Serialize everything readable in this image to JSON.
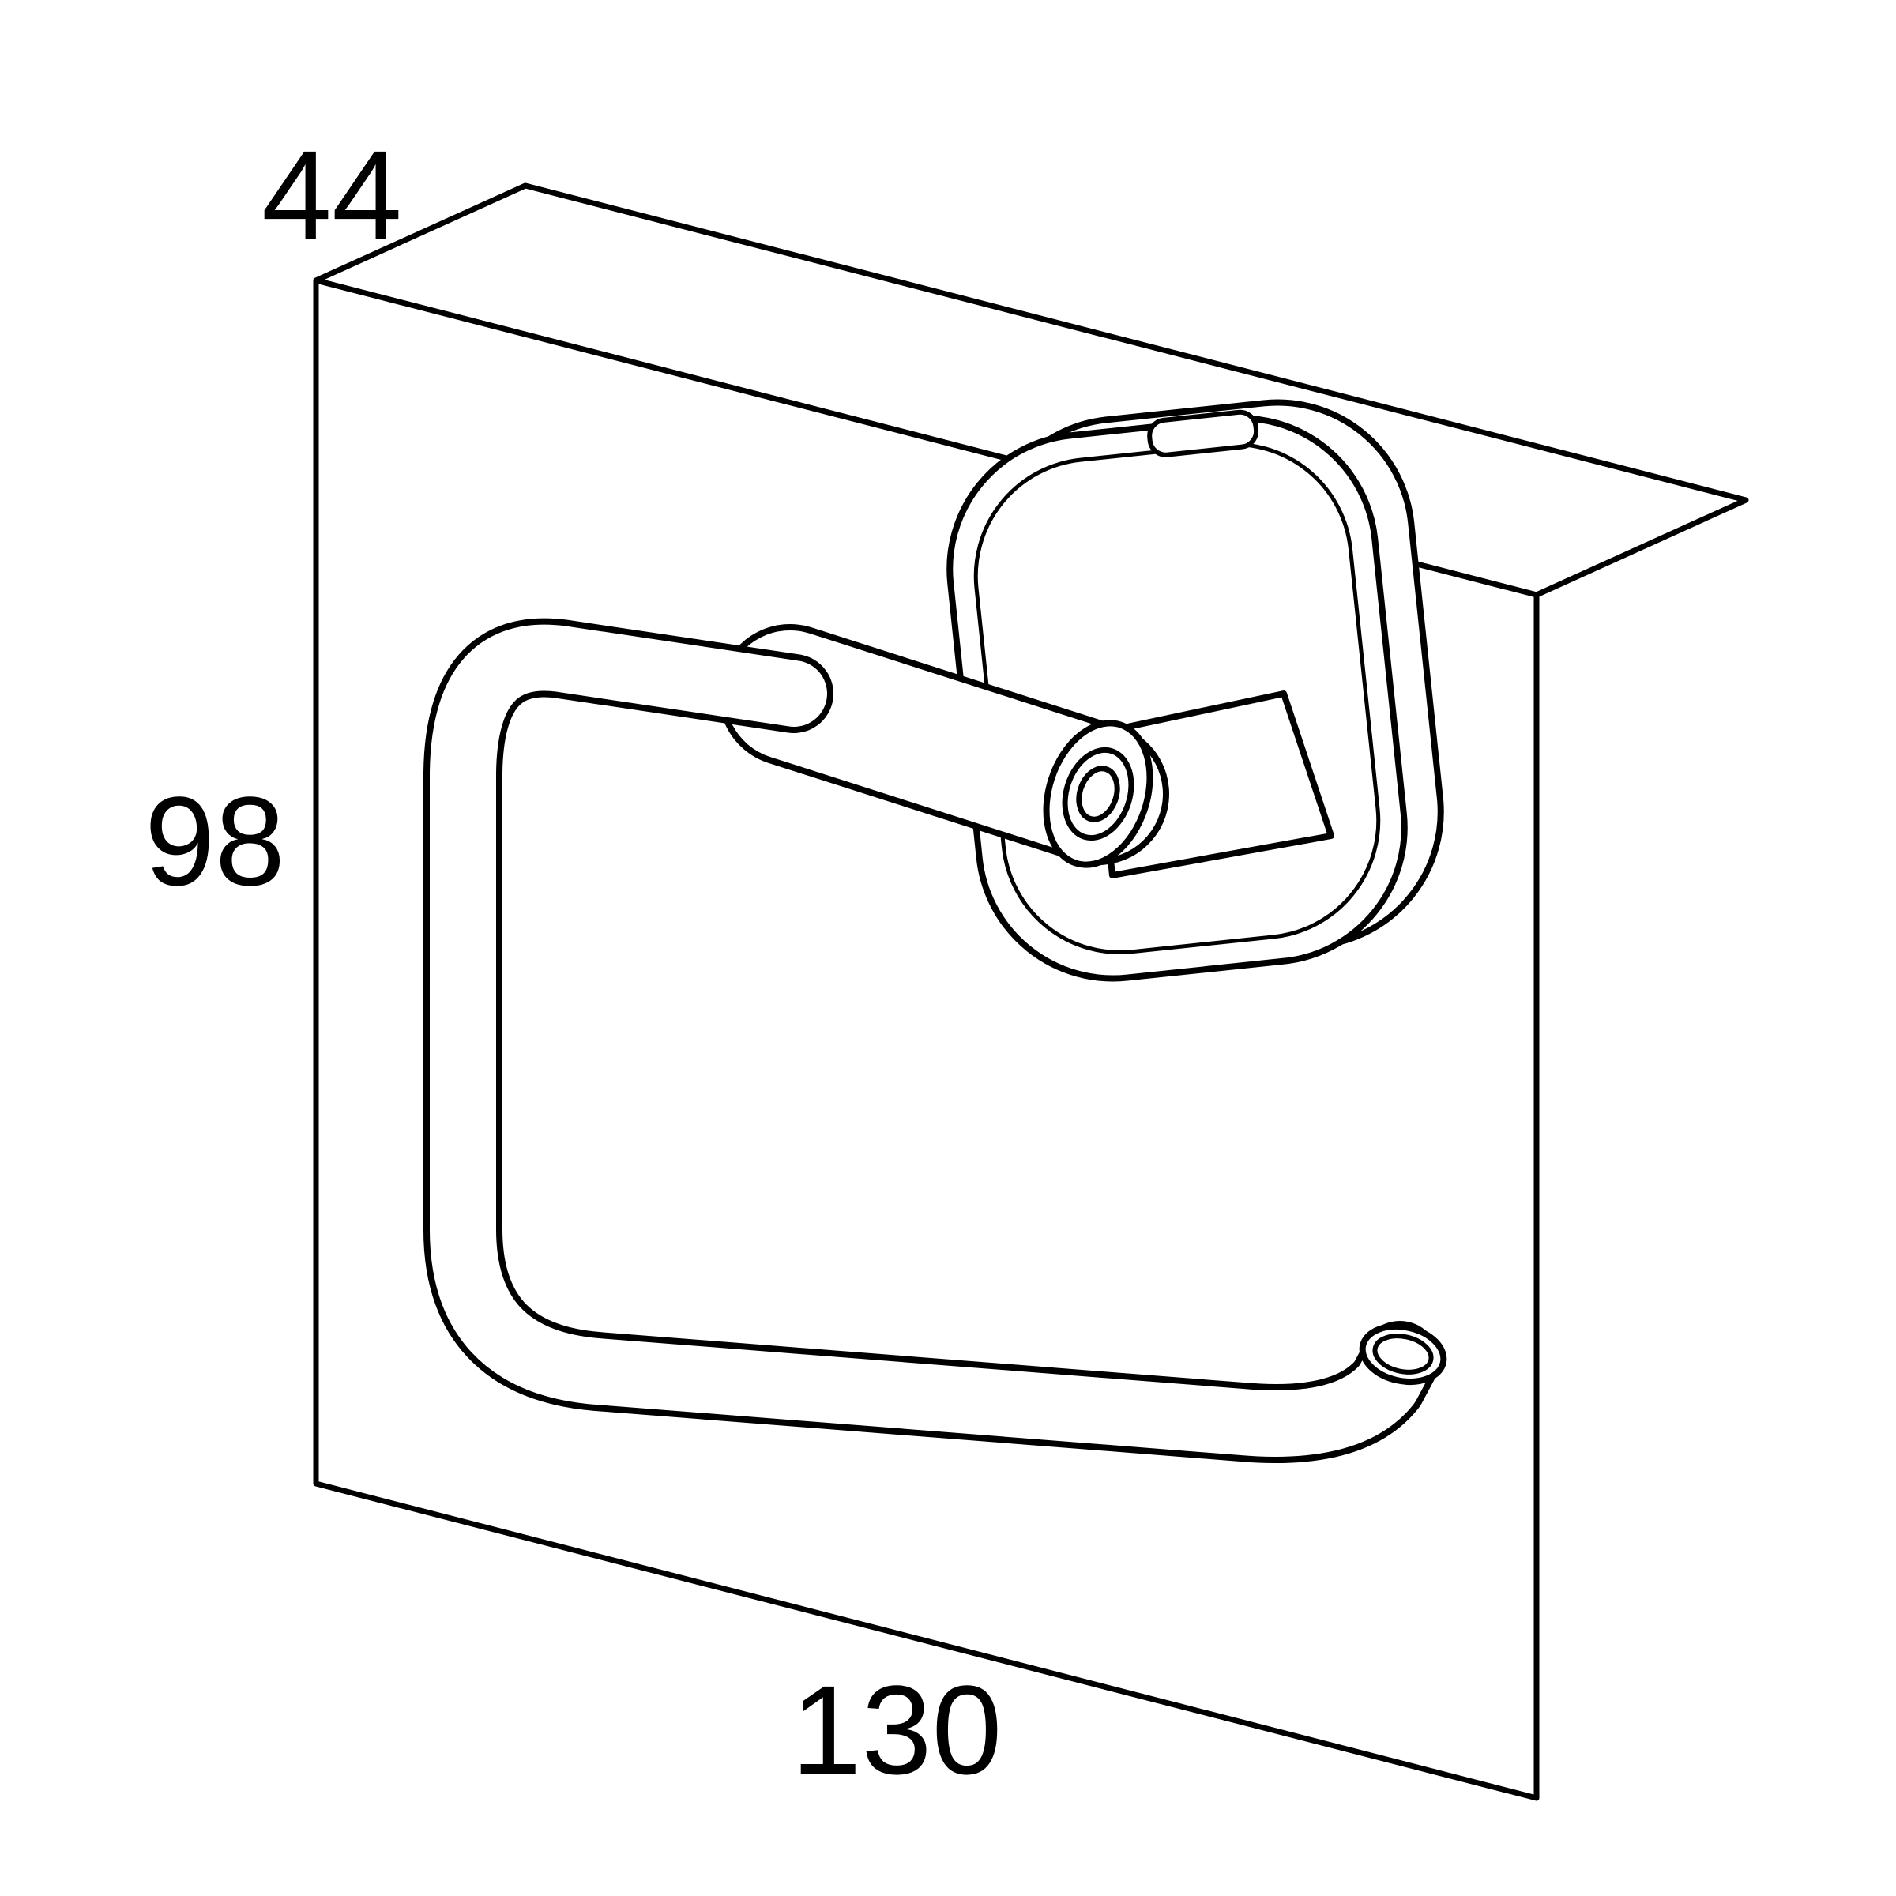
{
  "diagram": {
    "type": "technical-dimension-drawing",
    "subject": "wall-mounted toilet roll holder",
    "dimension_labels": {
      "depth": "44",
      "height": "98",
      "width": "130"
    },
    "style": {
      "line_color": "#000000",
      "background_color": "#ffffff"
    }
  }
}
